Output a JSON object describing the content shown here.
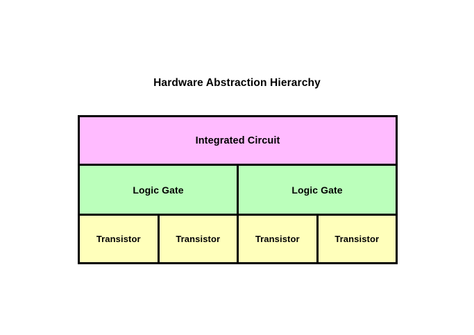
{
  "page": {
    "background_color": "#ffffff",
    "title": "Hardware Abstraction Hierarchy"
  },
  "diagram": {
    "type": "nested-hierarchy-block-diagram",
    "border_color": "#000000",
    "tiers": [
      {
        "id": "integrated-circuit",
        "level": 1,
        "fill_color": "#ffbbff",
        "cell_count": 1,
        "cells": [
          {
            "label": "Integrated Circuit"
          }
        ]
      },
      {
        "id": "logic-gate",
        "level": 2,
        "fill_color": "#bbffbb",
        "cell_count": 2,
        "cells": [
          {
            "label": "Logic Gate"
          },
          {
            "label": "Logic Gate"
          }
        ]
      },
      {
        "id": "transistor",
        "level": 3,
        "fill_color": "#ffffbb",
        "cell_count": 4,
        "cells": [
          {
            "label": "Transistor"
          },
          {
            "label": "Transistor"
          },
          {
            "label": "Transistor"
          },
          {
            "label": "Transistor"
          }
        ]
      }
    ]
  }
}
